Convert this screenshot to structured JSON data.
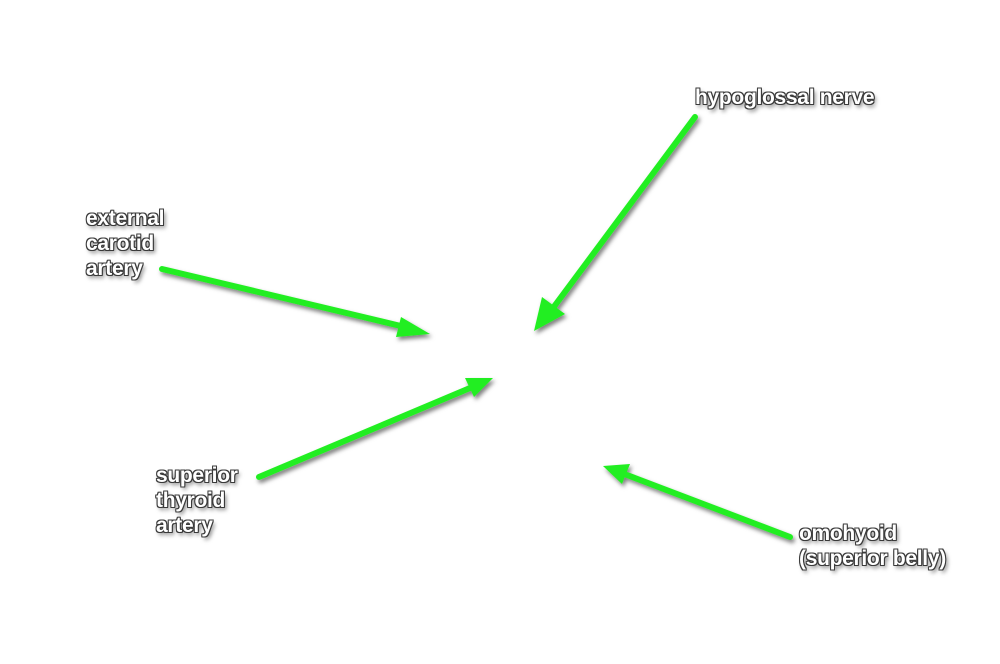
{
  "arrow_color": "#22ee22",
  "labels": {
    "hypoglossal": {
      "lines": [
        "hypoglossal nerve"
      ]
    },
    "external_carotid": {
      "lines": [
        "external",
        "carotid",
        "artery"
      ]
    },
    "superior_thyroid": {
      "lines": [
        "superior",
        "thyroid",
        "artery"
      ]
    },
    "omohyoid": {
      "lines": [
        "omohyoid",
        "(superior belly)"
      ]
    }
  }
}
